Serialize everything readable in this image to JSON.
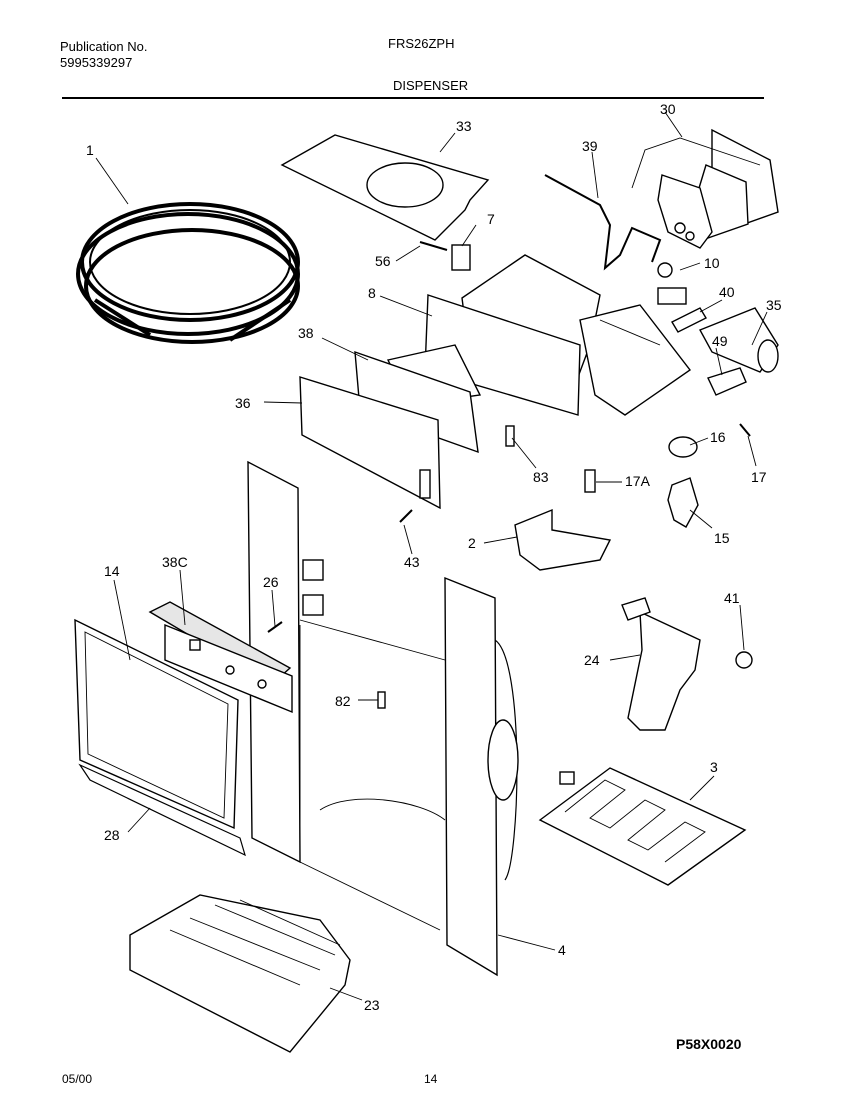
{
  "header": {
    "publication_label": "Publication No.",
    "publication_number": "5995339297",
    "model": "FRS26ZPH",
    "section": "DISPENSER"
  },
  "callouts": [
    "1",
    "33",
    "30",
    "39",
    "7",
    "56",
    "10",
    "40",
    "8",
    "35",
    "38",
    "49",
    "36",
    "16",
    "83",
    "17A",
    "17",
    "15",
    "2",
    "43",
    "38C",
    "14",
    "26",
    "41",
    "24",
    "82",
    "3",
    "28",
    "4",
    "23"
  ],
  "figure_code": "P58X0020",
  "footer": {
    "date": "05/00",
    "page": "14"
  }
}
